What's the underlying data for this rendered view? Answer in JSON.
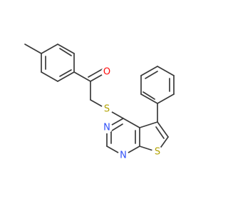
{
  "diagram": {
    "type": "chemical-structure",
    "atom_labels": {
      "oxygen": "O",
      "sulfur_linker": "S",
      "nitrogen_upper": "N",
      "nitrogen_lower": "N",
      "sulfur_ring": "S"
    },
    "colors": {
      "bond": "#3a3a3a",
      "oxygen": "#ff0d0d",
      "sulfur": "#b2a200",
      "nitrogen": "#3050f8",
      "background": "#ffffff"
    }
  }
}
